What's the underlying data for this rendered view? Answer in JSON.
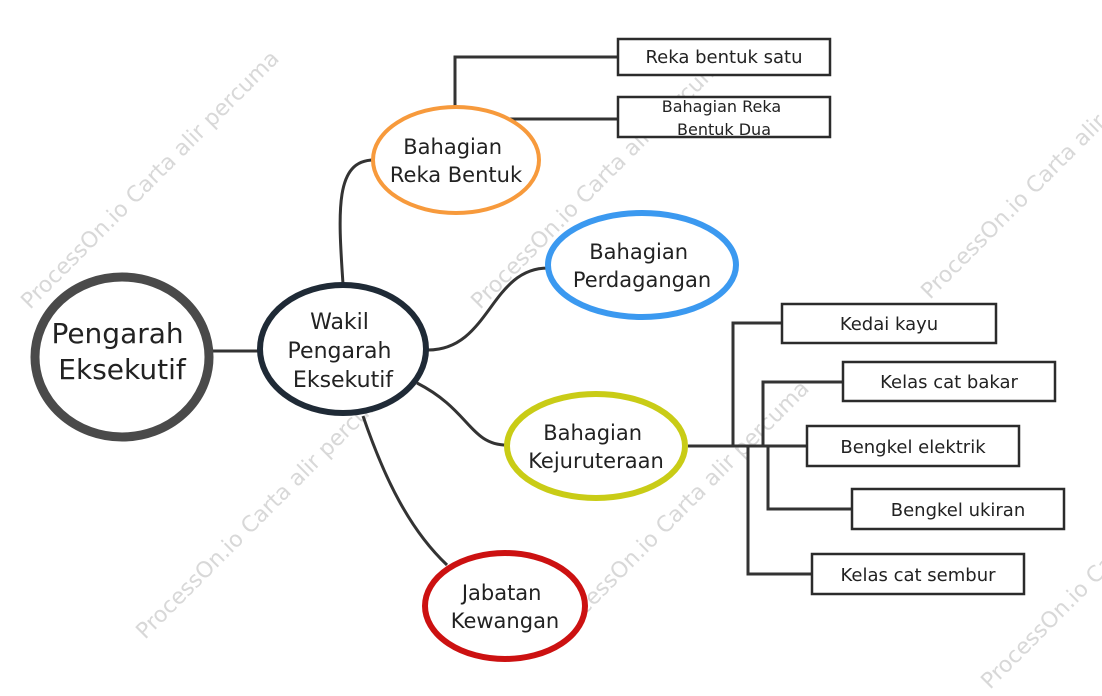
{
  "watermark": "ProcessOn.io Carta alir percuma",
  "nodes": {
    "root": {
      "lines": [
        "Pengarah",
        "Eksekutif"
      ],
      "color": "#4a4a4a"
    },
    "deputy": {
      "lines": [
        "Wakil",
        "Pengarah",
        "Eksekutif"
      ],
      "color": "#1f2a36"
    },
    "design": {
      "lines": [
        "Bahagian",
        "Reka Bentuk"
      ],
      "color": "#f79a3c"
    },
    "trade": {
      "lines": [
        "Bahagian",
        "Perdagangan"
      ],
      "color": "#3b99f0"
    },
    "engineering": {
      "lines": [
        "Bahagian",
        "Kejuruteraan"
      ],
      "color": "#c9cc16"
    },
    "finance": {
      "lines": [
        "Jabatan",
        "Kewangan"
      ],
      "color": "#cc1111"
    }
  },
  "design_units": [
    {
      "lines": [
        "Reka bentuk satu"
      ]
    },
    {
      "lines": [
        "Bahagian Reka",
        "Bentuk Dua"
      ]
    }
  ],
  "engineering_units": [
    {
      "lines": [
        "Kedai kayu"
      ]
    },
    {
      "lines": [
        "Kelas cat bakar"
      ]
    },
    {
      "lines": [
        "Bengkel elektrik"
      ]
    },
    {
      "lines": [
        "Bengkel ukiran"
      ]
    },
    {
      "lines": [
        "Kelas cat sembur"
      ]
    }
  ],
  "colors": {
    "line": "#333333",
    "box_border": "#2b2b2b"
  }
}
